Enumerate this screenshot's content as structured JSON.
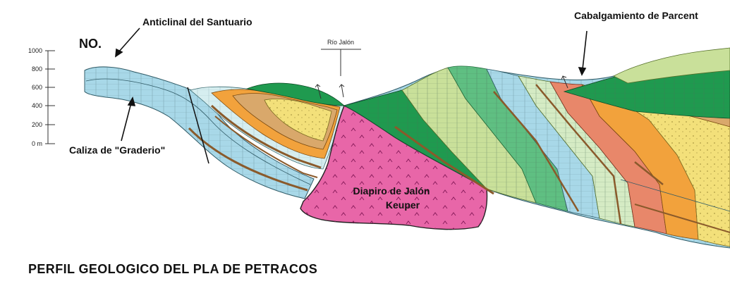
{
  "title": "PERFIL GEOLOGICO DEL PLA DE PETRACOS",
  "orientation": "NO.",
  "scale": {
    "ticks": [
      "1000",
      "800",
      "600",
      "400",
      "200",
      "0 m"
    ]
  },
  "labels": {
    "anticline": "Anticlinal del Santuario",
    "thrust": "Cabalgamiento de Parcent",
    "limestone": "Caliza de \"Graderio\"",
    "river": "Río Jalón",
    "diapir_line1": "Diapiro de Jalón",
    "diapir_line2": "Keuper"
  },
  "colors": {
    "light_blue": "#a8d8e8",
    "pale_green": "#d5ebc4",
    "lime": "#c9e09a",
    "mid_green": "#5fbf82",
    "dark_green": "#1f9a4f",
    "orange": "#f2a23c",
    "tan": "#d9a86b",
    "yellow": "#f3e07a",
    "salmon": "#e8876a",
    "brown": "#8a5a2b",
    "pink": "#e866a8",
    "pale_blue": "#d6eef0"
  }
}
